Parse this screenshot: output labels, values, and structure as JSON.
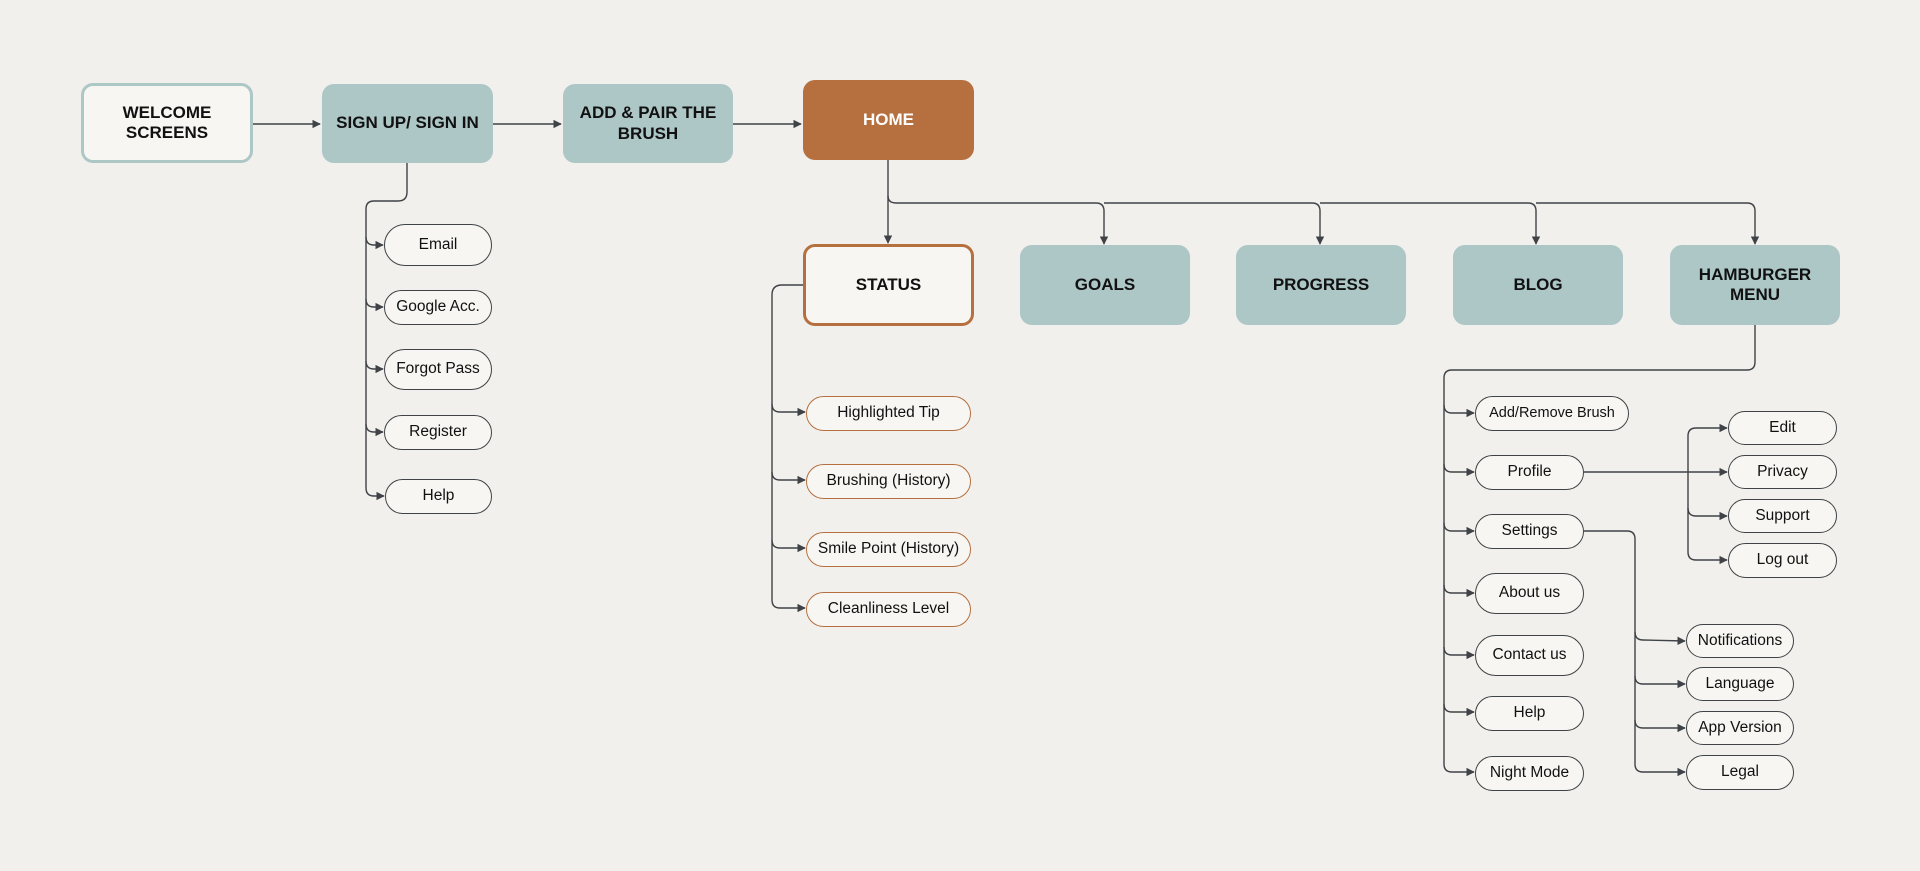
{
  "colors": {
    "background": "#f1f0ed",
    "main_node": "#adc6c6",
    "home_node": "#b6703f",
    "status_border": "#b6703f",
    "connector": "#3f4347"
  },
  "flow": {
    "welcome": "WELCOME SCREENS",
    "signup": "SIGN UP/ SIGN IN",
    "pair": "ADD & PAIR THE BRUSH",
    "home": "HOME"
  },
  "signup_options": [
    "Email",
    "Google Acc.",
    "Forgot Pass",
    "Register",
    "Help"
  ],
  "sections": {
    "status": "STATUS",
    "goals": "GOALS",
    "progress": "PROGRESS",
    "blog": "BLOG",
    "hamburger": "HAMBURGER MENU"
  },
  "status_items": [
    "Highlighted Tip",
    "Brushing (History)",
    "Smile Point (History)",
    "Cleanliness Level"
  ],
  "menu_items": [
    "Add/Remove Brush",
    "Profile",
    "Settings",
    "About us",
    "Contact us",
    "Help",
    "Night Mode"
  ],
  "profile_items": [
    "Edit",
    "Privacy",
    "Support",
    "Log out"
  ],
  "settings_items": [
    "Notifications",
    "Language",
    "App Version",
    "Legal"
  ]
}
